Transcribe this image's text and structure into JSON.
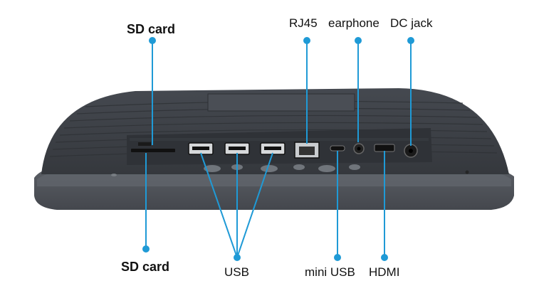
{
  "labels": {
    "sd_card_top": "SD card",
    "sd_card_bottom": "SD card",
    "rj45": "RJ45",
    "earphone": "earphone",
    "dc_jack": "DC jack",
    "usb": "USB",
    "mini_usb": "mini USB",
    "hdmi": "HDMI"
  },
  "colors": {
    "callout": "#1f9ad6",
    "device_body": "#4a4e55",
    "device_top": "#3e4248",
    "port_panel": "#2f3237"
  }
}
